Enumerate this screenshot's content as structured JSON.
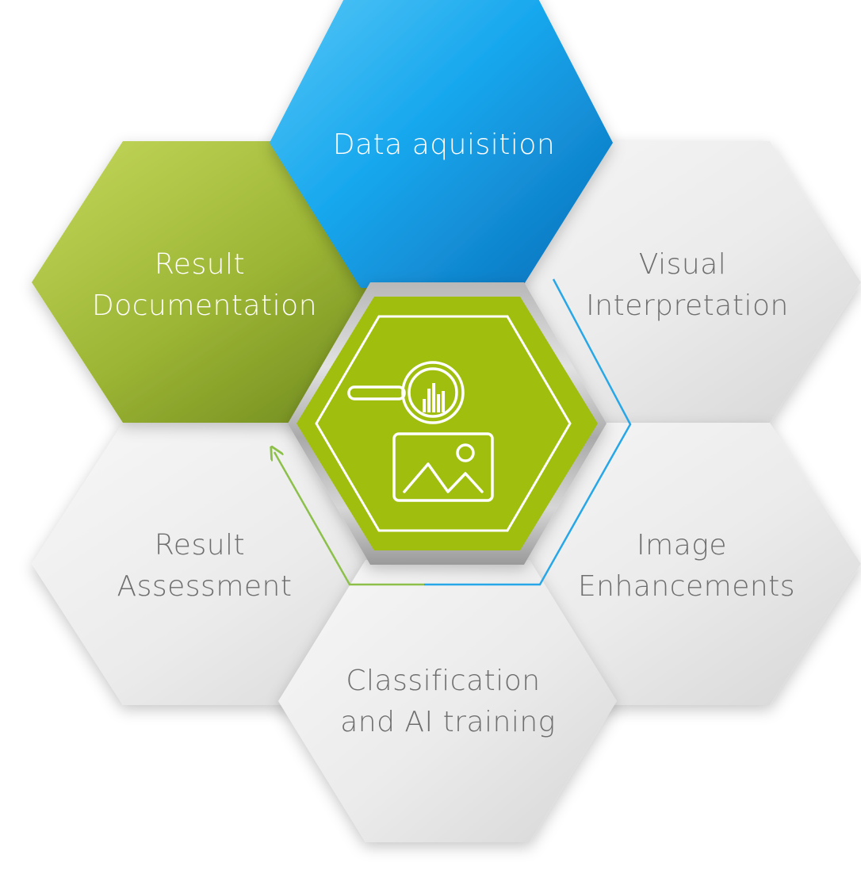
{
  "hexagons": [
    {
      "id": "data-aquisition",
      "lines": [
        "Data aquisition"
      ],
      "style": "blue"
    },
    {
      "id": "result-documentation",
      "lines": [
        "Result",
        "Documentation"
      ],
      "style": "green"
    },
    {
      "id": "visual-interpretation",
      "lines": [
        "Visual",
        "Interpretation"
      ],
      "style": "gray"
    },
    {
      "id": "image-enhancements",
      "lines": [
        "Image",
        "Enhancements"
      ],
      "style": "gray"
    },
    {
      "id": "classification-ai-training",
      "lines": [
        "Classification",
        "and AI training"
      ],
      "style": "gray"
    },
    {
      "id": "result-assessment",
      "lines": [
        "Result",
        "Assessment"
      ],
      "style": "gray"
    }
  ],
  "center_icon": "magnifier-chart-image-icon",
  "colors": {
    "blue_light": "#3cbef5",
    "blue_dark": "#0a78c6",
    "green_light": "#bcd24e",
    "green_dark": "#6a8a1c",
    "center_green": "#a0be0e",
    "gray_light": "#f4f4f4",
    "gray_dark": "#d9d9d9",
    "gray_text": "#6e6e6e",
    "flow_blue": "#27a7e8",
    "flow_green": "#8cc04a"
  }
}
